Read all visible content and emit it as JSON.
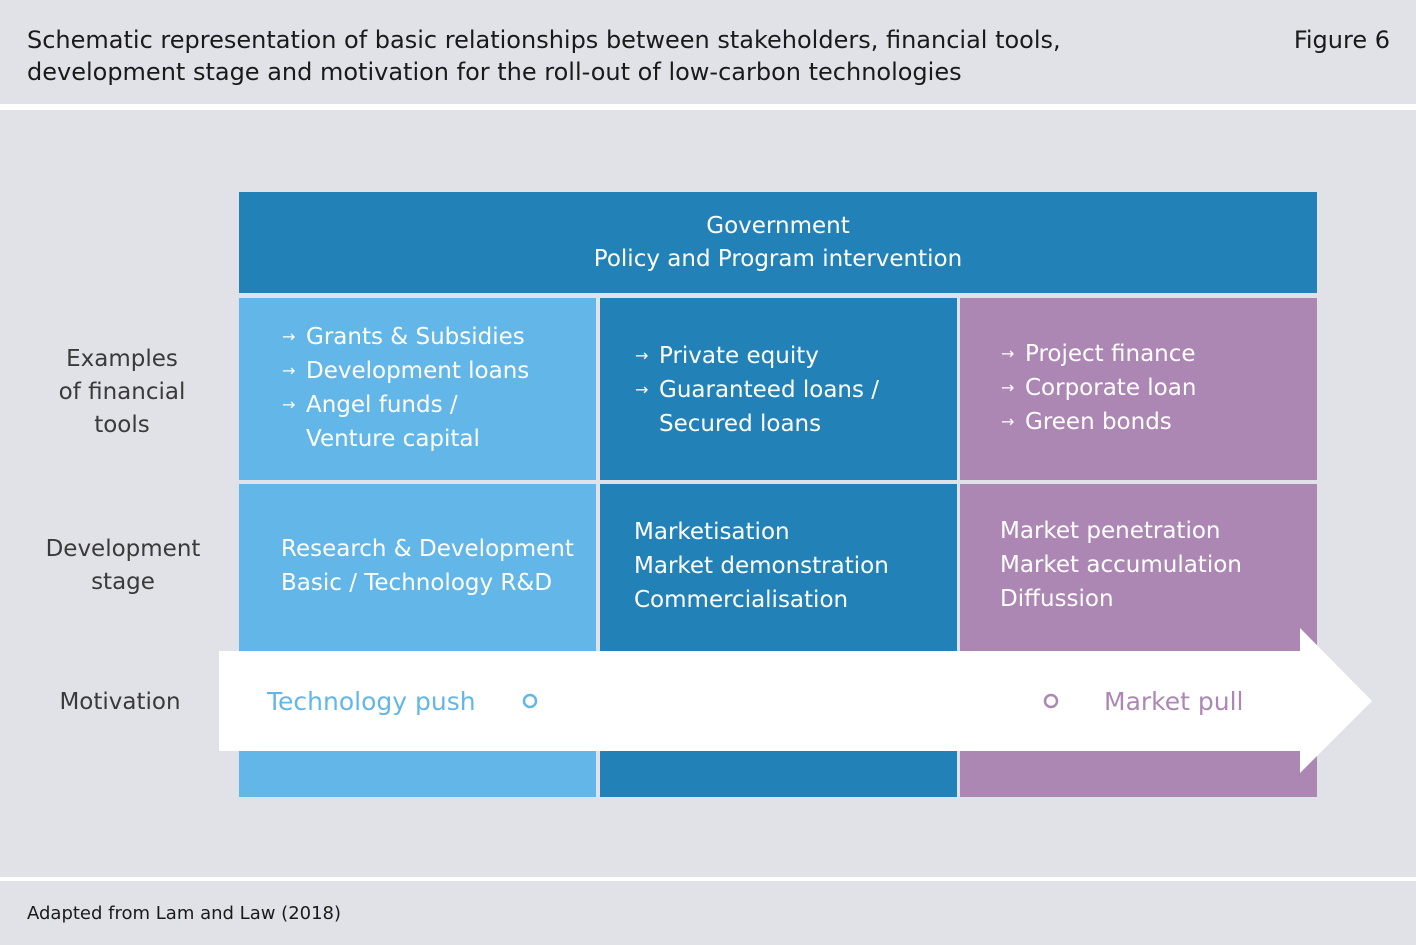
{
  "header": {
    "title_line1": "Schematic representation of basic relationships between stakeholders, financial tools,",
    "title_line2": "development stage and motivation for the roll-out of low-carbon technologies",
    "figure_label": "Figure 6"
  },
  "government": {
    "line1": "Government",
    "line2": "Policy and Program intervention"
  },
  "row_labels": {
    "financial_tools": [
      "Examples",
      "of financial",
      "tools"
    ],
    "development_stage": [
      "Development",
      "stage"
    ],
    "motivation": "Motivation"
  },
  "financial_tools": {
    "col1": [
      "Grants & Subsidies",
      "Development loans",
      "Angel funds /",
      "Venture capital"
    ],
    "col2": [
      "Private equity",
      "Guaranteed loans /",
      "Secured loans"
    ],
    "col3": [
      "Project finance",
      "Corporate loan",
      "Green bonds"
    ]
  },
  "development_stage": {
    "col1": [
      "Research & Development",
      "Basic / Technology R&D"
    ],
    "col2": [
      "Marketisation",
      "Market demonstration",
      "Commercialisation"
    ],
    "col3": [
      "Market penetration",
      "Market accumulation",
      "Diffussion"
    ]
  },
  "motivation": {
    "left": "Technology push",
    "right": "Market pull"
  },
  "colors": {
    "light_blue": "#62b7e8",
    "dark_blue": "#2282b8",
    "purple": "#ad87b4",
    "band_grey": "#e1e2e7"
  },
  "footer": {
    "source": "Adapted from Lam and Law (2018)"
  }
}
